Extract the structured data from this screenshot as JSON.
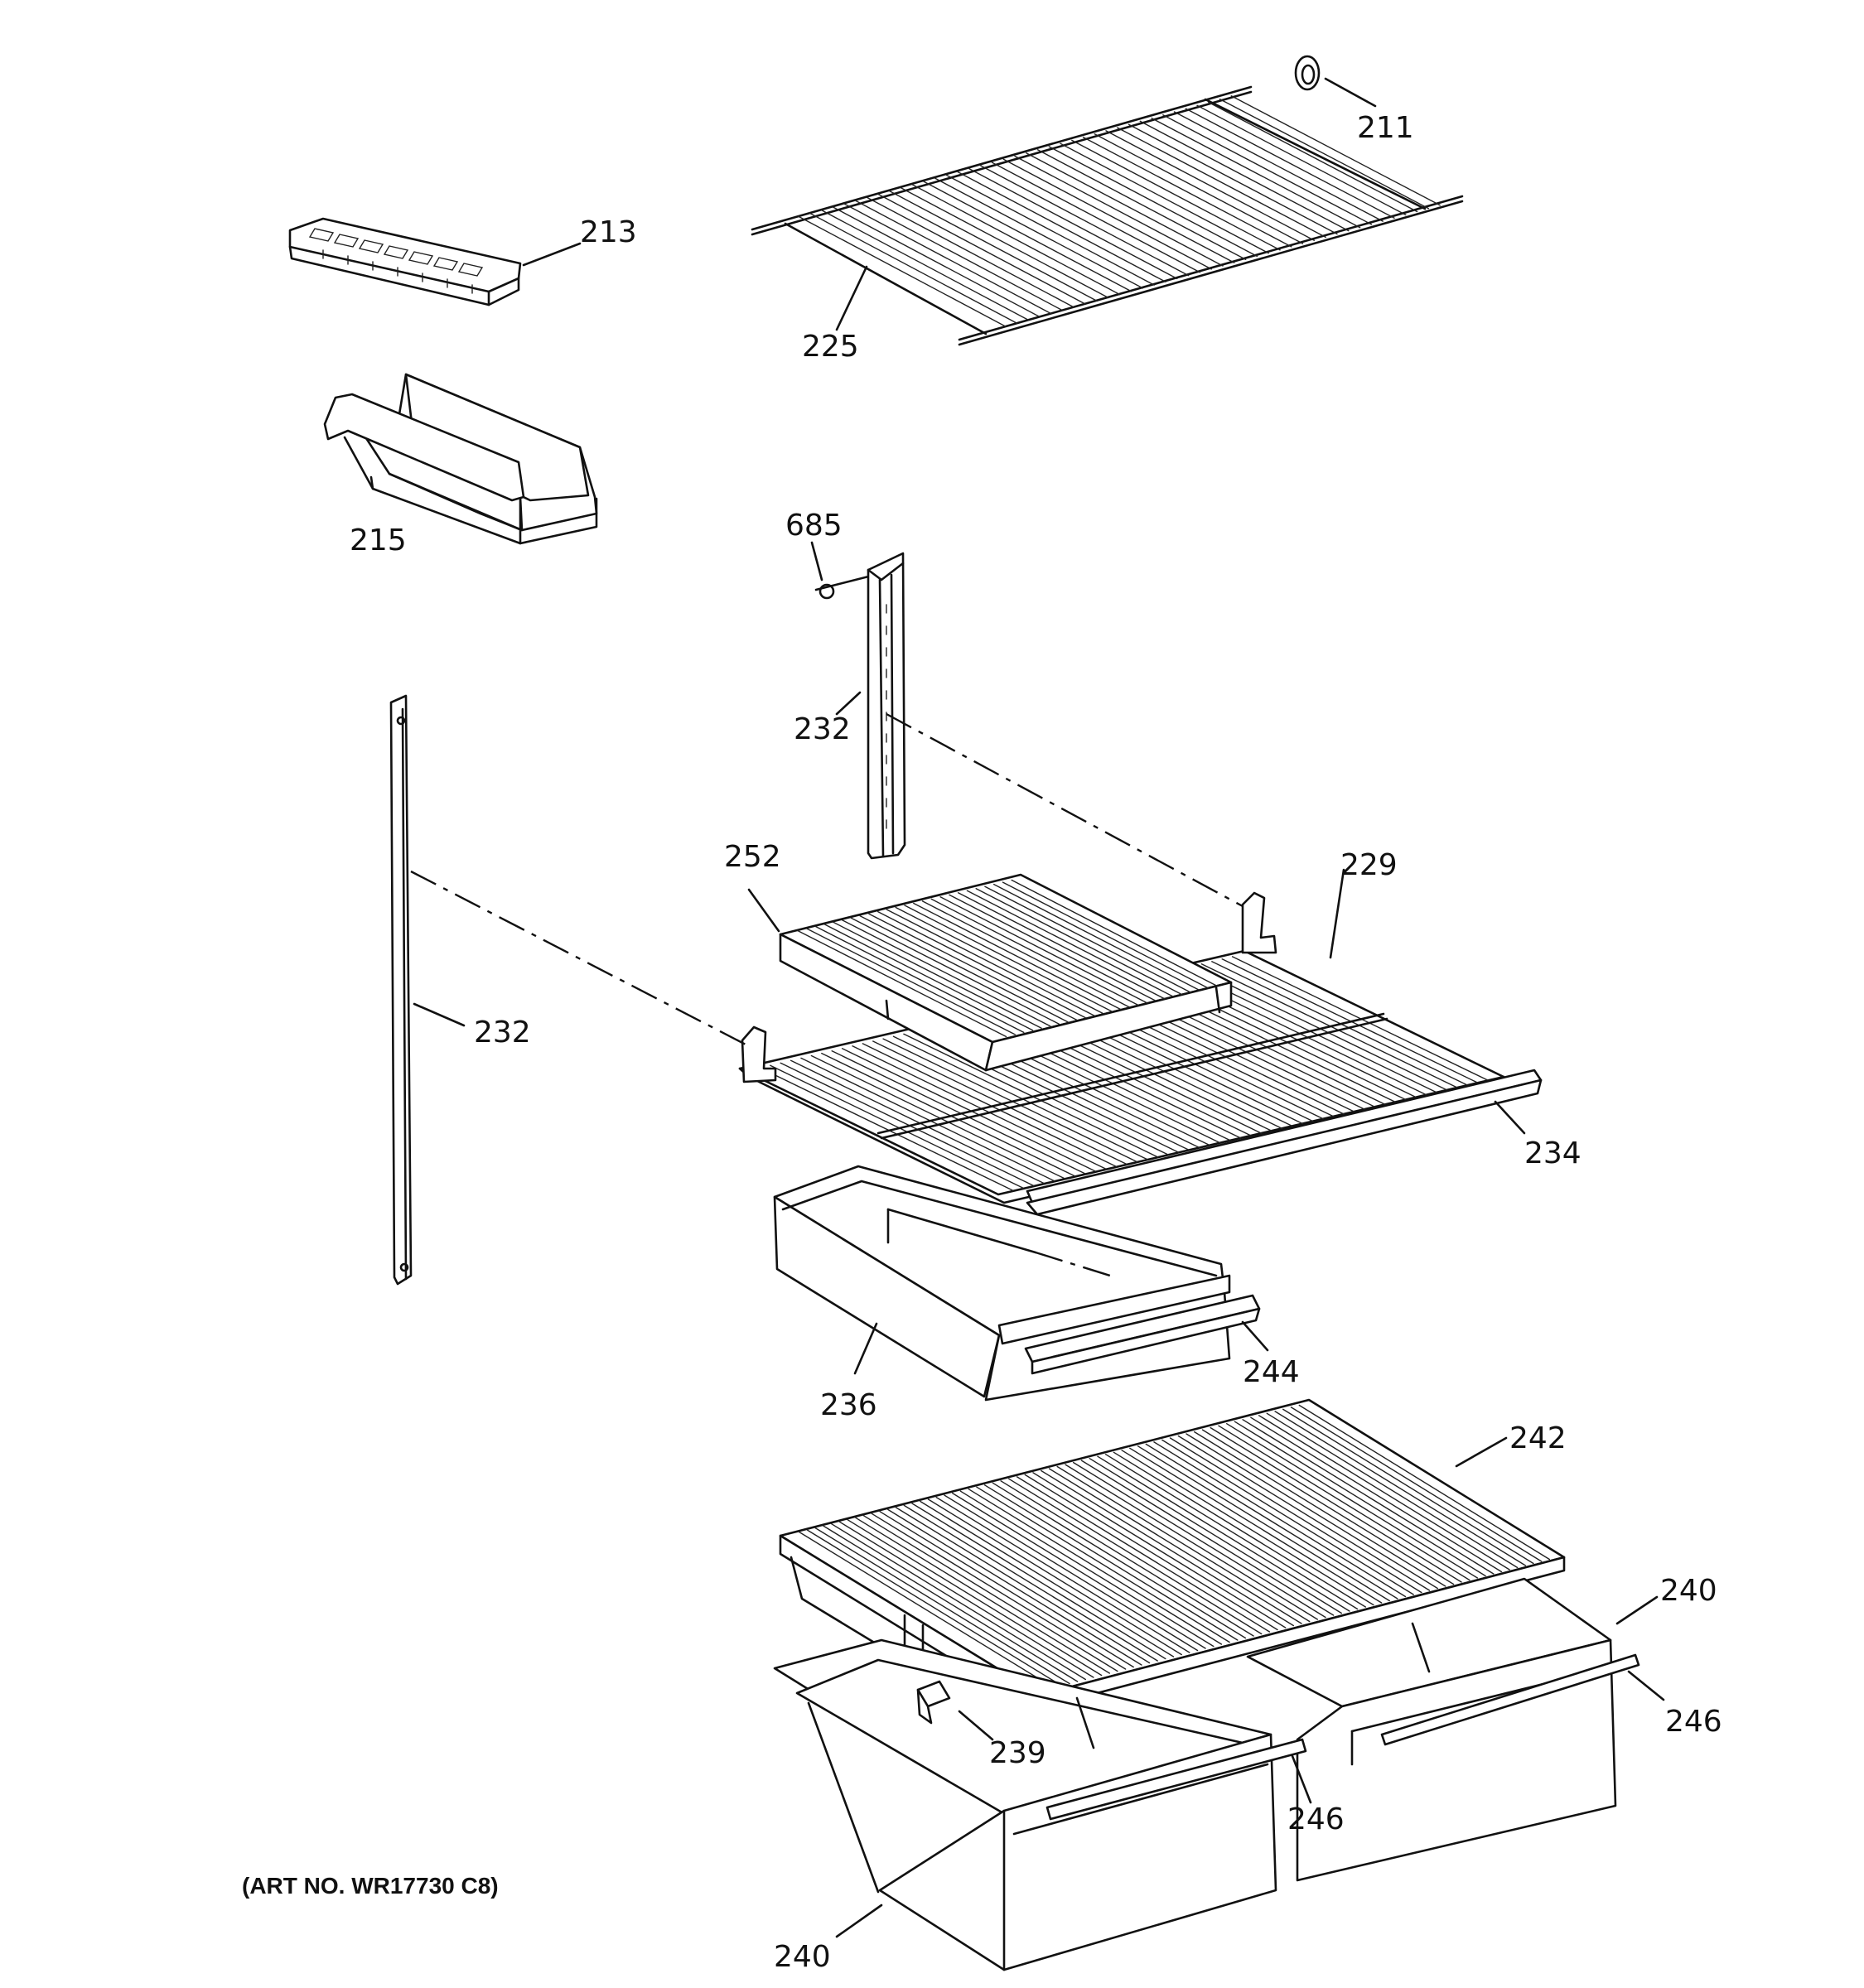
{
  "diagram": {
    "art_number": "(ART NO. WR17730 C8)",
    "callouts": {
      "c211": "211",
      "c213": "213",
      "c215": "215",
      "c225": "225",
      "c685": "685",
      "c232_upper": "232",
      "c232_lower": "232",
      "c252": "252",
      "c229": "229",
      "c234": "234",
      "c236": "236",
      "c244": "244",
      "c242": "242",
      "c240_right": "240",
      "c246_right": "246",
      "c239": "239",
      "c246_left": "246",
      "c240_left": "240"
    }
  }
}
